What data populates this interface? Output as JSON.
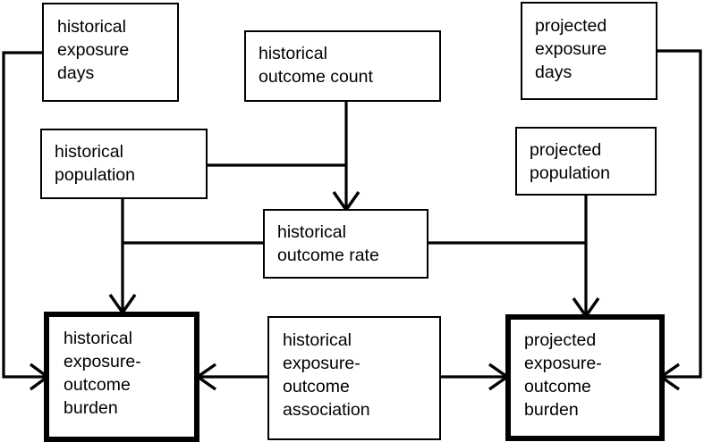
{
  "diagram": {
    "type": "flowchart",
    "title": "",
    "background_color": "#ffffff",
    "line_color": "#000000",
    "text_color": "#000000",
    "nodes": [
      {
        "id": "historical-exposure-days",
        "label": "historical exposure days",
        "lines": [
          "historical",
          "exposure",
          "days"
        ],
        "emphasis": false
      },
      {
        "id": "historical-outcome-count",
        "label": "historical outcome count",
        "lines": [
          "historical",
          "outcome count"
        ],
        "emphasis": false
      },
      {
        "id": "projected-exposure-days",
        "label": "projected exposure days",
        "lines": [
          "projected",
          "exposure",
          "days"
        ],
        "emphasis": false
      },
      {
        "id": "historical-population",
        "label": "historical population",
        "lines": [
          "historical",
          "population"
        ],
        "emphasis": false
      },
      {
        "id": "projected-population",
        "label": "projected population",
        "lines": [
          "projected",
          "population"
        ],
        "emphasis": false
      },
      {
        "id": "historical-outcome-rate",
        "label": "historical outcome rate",
        "lines": [
          "historical",
          "outcome rate"
        ],
        "emphasis": false
      },
      {
        "id": "historical-exposure-outcome-burden",
        "label": "historical exposure-outcome burden",
        "lines": [
          "historical",
          "exposure-",
          "outcome",
          "burden"
        ],
        "emphasis": true
      },
      {
        "id": "historical-exposure-outcome-association",
        "label": "historical exposure-outcome association",
        "lines": [
          "historical",
          "exposure-",
          "outcome",
          "association"
        ],
        "emphasis": false
      },
      {
        "id": "projected-exposure-outcome-burden",
        "label": "projected exposure-outcome burden",
        "lines": [
          "projected",
          "exposure-",
          "outcome",
          "burden"
        ],
        "emphasis": true
      }
    ],
    "edges": [
      {
        "from": "historical-outcome-count",
        "to": "historical-outcome-rate",
        "arrow": true
      },
      {
        "from": "historical-population",
        "to": "historical-outcome-rate",
        "arrow": false
      },
      {
        "from": "historical-population",
        "to": "historical-exposure-outcome-burden",
        "arrow": true
      },
      {
        "from": "historical-outcome-rate",
        "to": "historical-exposure-outcome-burden",
        "arrow": false
      },
      {
        "from": "historical-outcome-rate",
        "to": "projected-exposure-outcome-burden",
        "arrow": false
      },
      {
        "from": "projected-population",
        "to": "projected-exposure-outcome-burden",
        "arrow": true
      },
      {
        "from": "historical-exposure-days",
        "to": "historical-exposure-outcome-burden",
        "arrow": true
      },
      {
        "from": "projected-exposure-days",
        "to": "projected-exposure-outcome-burden",
        "arrow": true
      },
      {
        "from": "historical-exposure-outcome-association",
        "to": "historical-exposure-outcome-burden",
        "arrow": true
      },
      {
        "from": "historical-exposure-outcome-association",
        "to": "projected-exposure-outcome-burden",
        "arrow": true
      }
    ]
  }
}
